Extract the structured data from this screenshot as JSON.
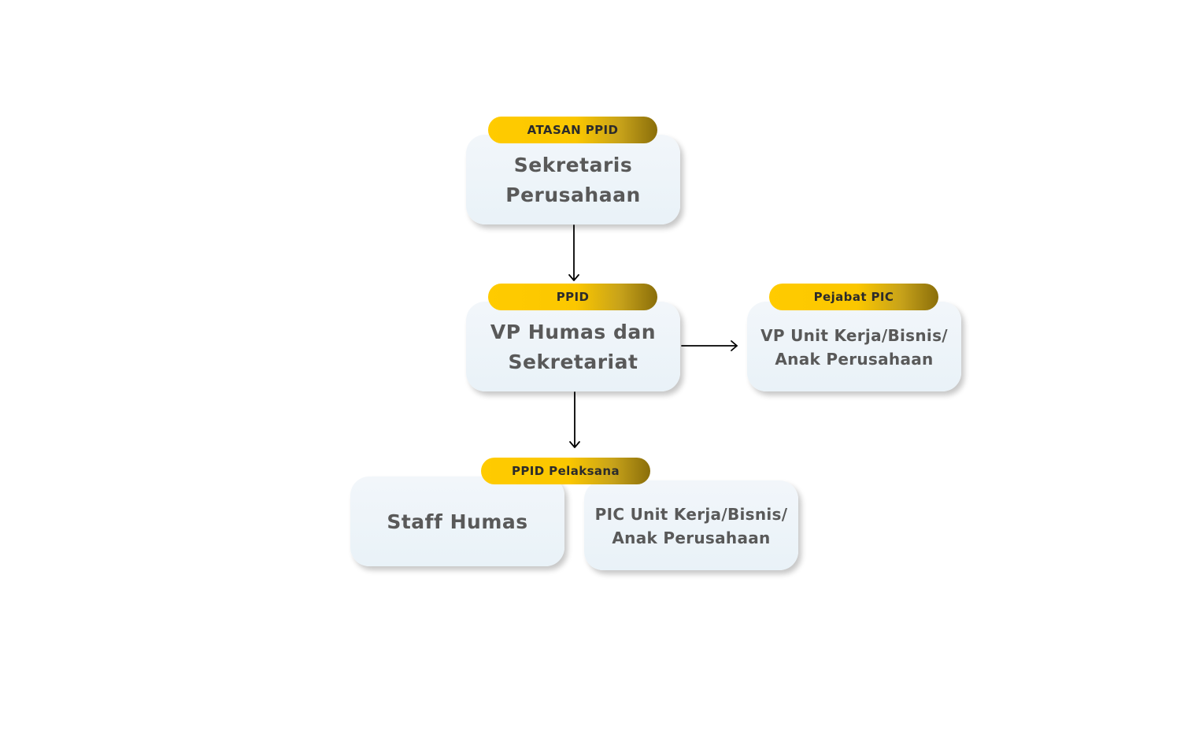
{
  "nodes": {
    "sekretaris": {
      "badge": "ATASAN PPID",
      "label": "Sekretaris\nPerusahaan"
    },
    "vp_humas": {
      "badge": "PPID",
      "label": "VP Humas dan\nSekretariat"
    },
    "vp_unit": {
      "badge": "Pejabat PIC",
      "label": "VP Unit Kerja/Bisnis/\nAnak Perusahaan"
    },
    "staff_humas": {
      "label": "Staff Humas"
    },
    "pic_unit": {
      "label": "PIC Unit Kerja/Bisnis/\nAnak Perusahaan"
    }
  },
  "group_badge": "PPID Pelaksana",
  "colors": {
    "badge_start": "#ffcb00",
    "badge_end": "#8a6e0a",
    "node_bg": "#eef4f9",
    "node_text": "#595959",
    "arrow": "#000000"
  }
}
